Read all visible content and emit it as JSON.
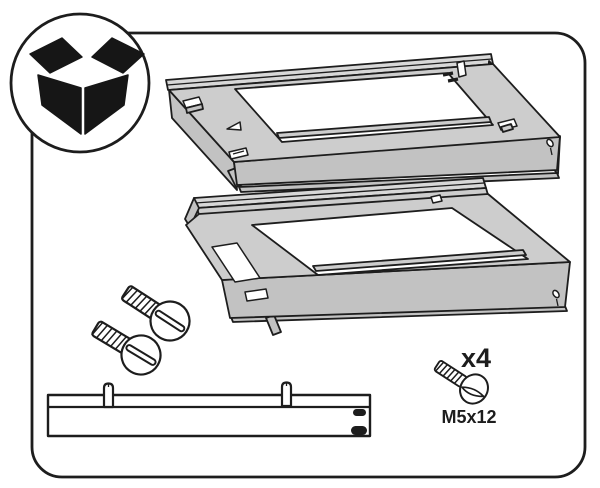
{
  "illustration": {
    "step_type": "assembly-instruction-packaging-step",
    "package_icon": "open-box-icon",
    "hardware_labels": {
      "quantity": "x4",
      "screw_size": "M5x12"
    },
    "parts": [
      "upper-mounting-frame",
      "lower-mounting-frame",
      "slotted-screw-pair",
      "mounting-bar-with-pins",
      "machine-screw-m5x12"
    ],
    "colors": {
      "outline": "#1d1d1d",
      "metal": "#cdcdcd",
      "metal_dark": "#c2c2c2",
      "metal_light": "#d8d8d8",
      "background": "#ffffff",
      "icon": "#161616"
    }
  }
}
